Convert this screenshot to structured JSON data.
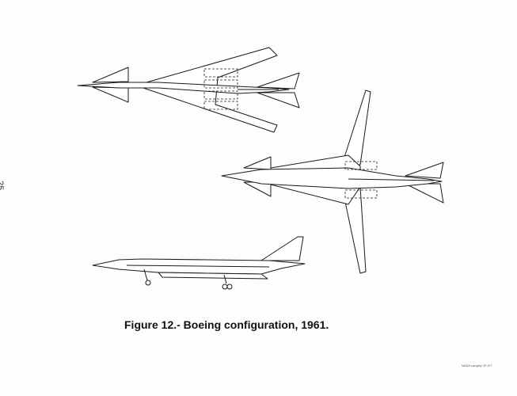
{
  "page_number": "25",
  "caption": "Figure 12.- Boeing configuration, 1961.",
  "imprint": "NASA Langley 1F-2/7",
  "views": [
    {
      "name": "planform-wings-swept-back"
    },
    {
      "name": "planform-wings-extended"
    },
    {
      "name": "side-elevation"
    }
  ]
}
